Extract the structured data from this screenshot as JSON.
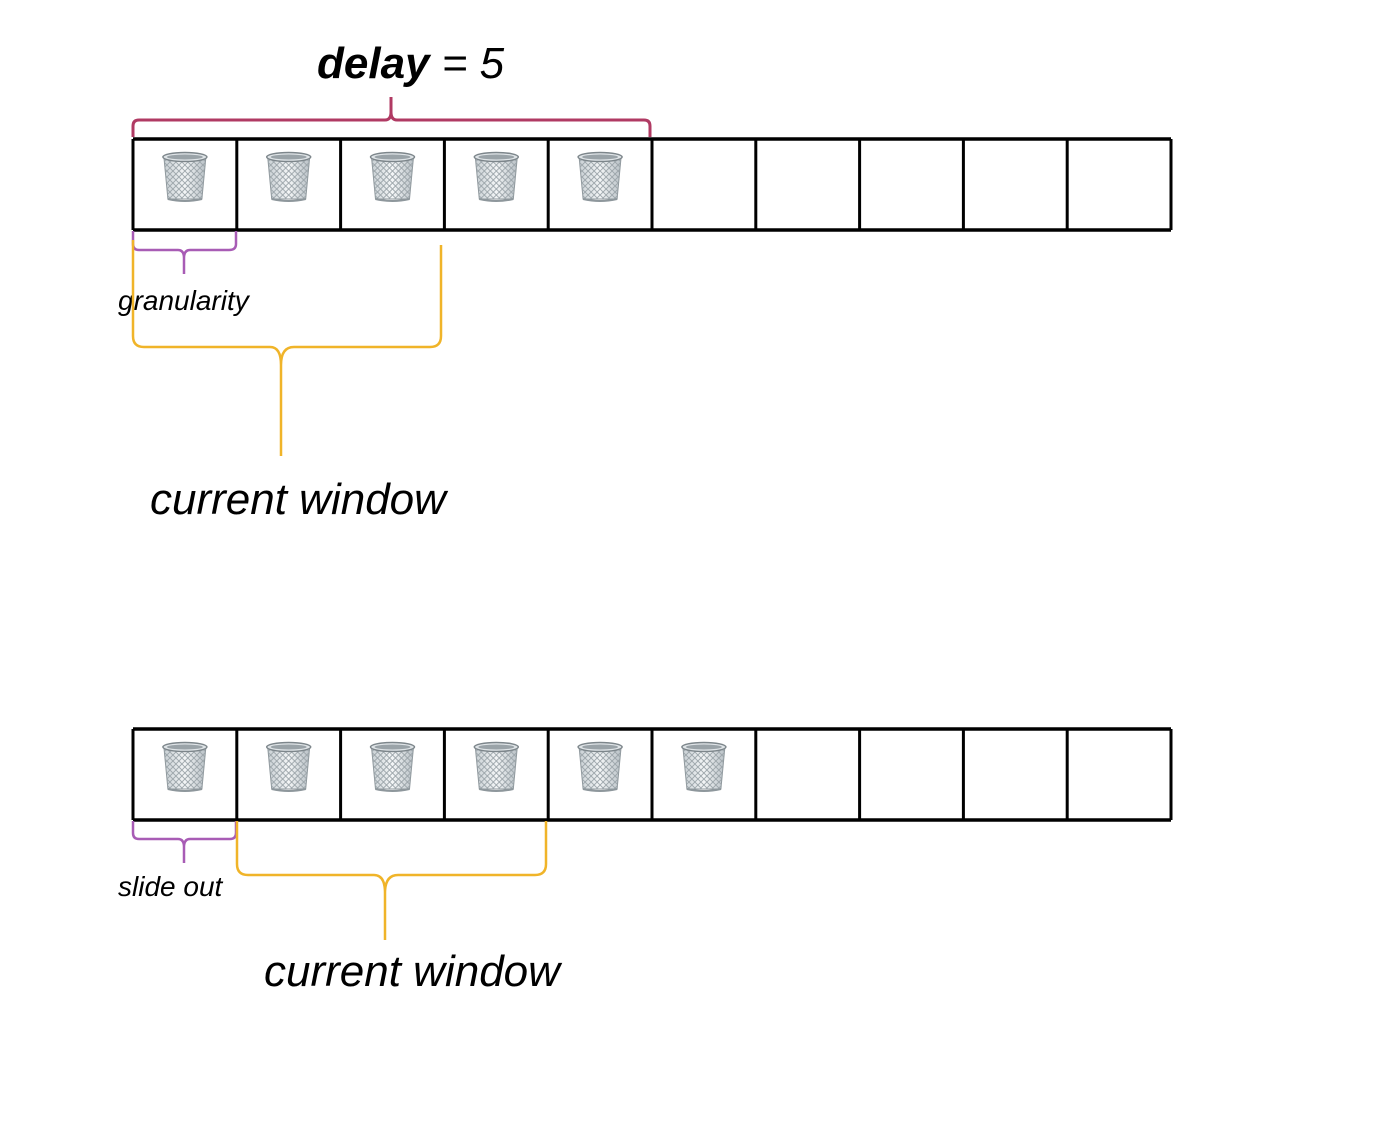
{
  "top": {
    "delay_word": "delay",
    "delay_rest": " = 5",
    "granularity_label": "granularity",
    "window_label": "current window",
    "filled_cells": 5,
    "total_cells": 10
  },
  "bottom": {
    "slide_label": "slide out",
    "window_label": "current window",
    "filled_cells": 6,
    "total_cells": 10
  },
  "colors": {
    "delay_brace": "#b03a63",
    "granularity_brace": "#a85cb5",
    "window_brace": "#f0b429",
    "grid": "#000000"
  },
  "icon": "trash-can-icon"
}
